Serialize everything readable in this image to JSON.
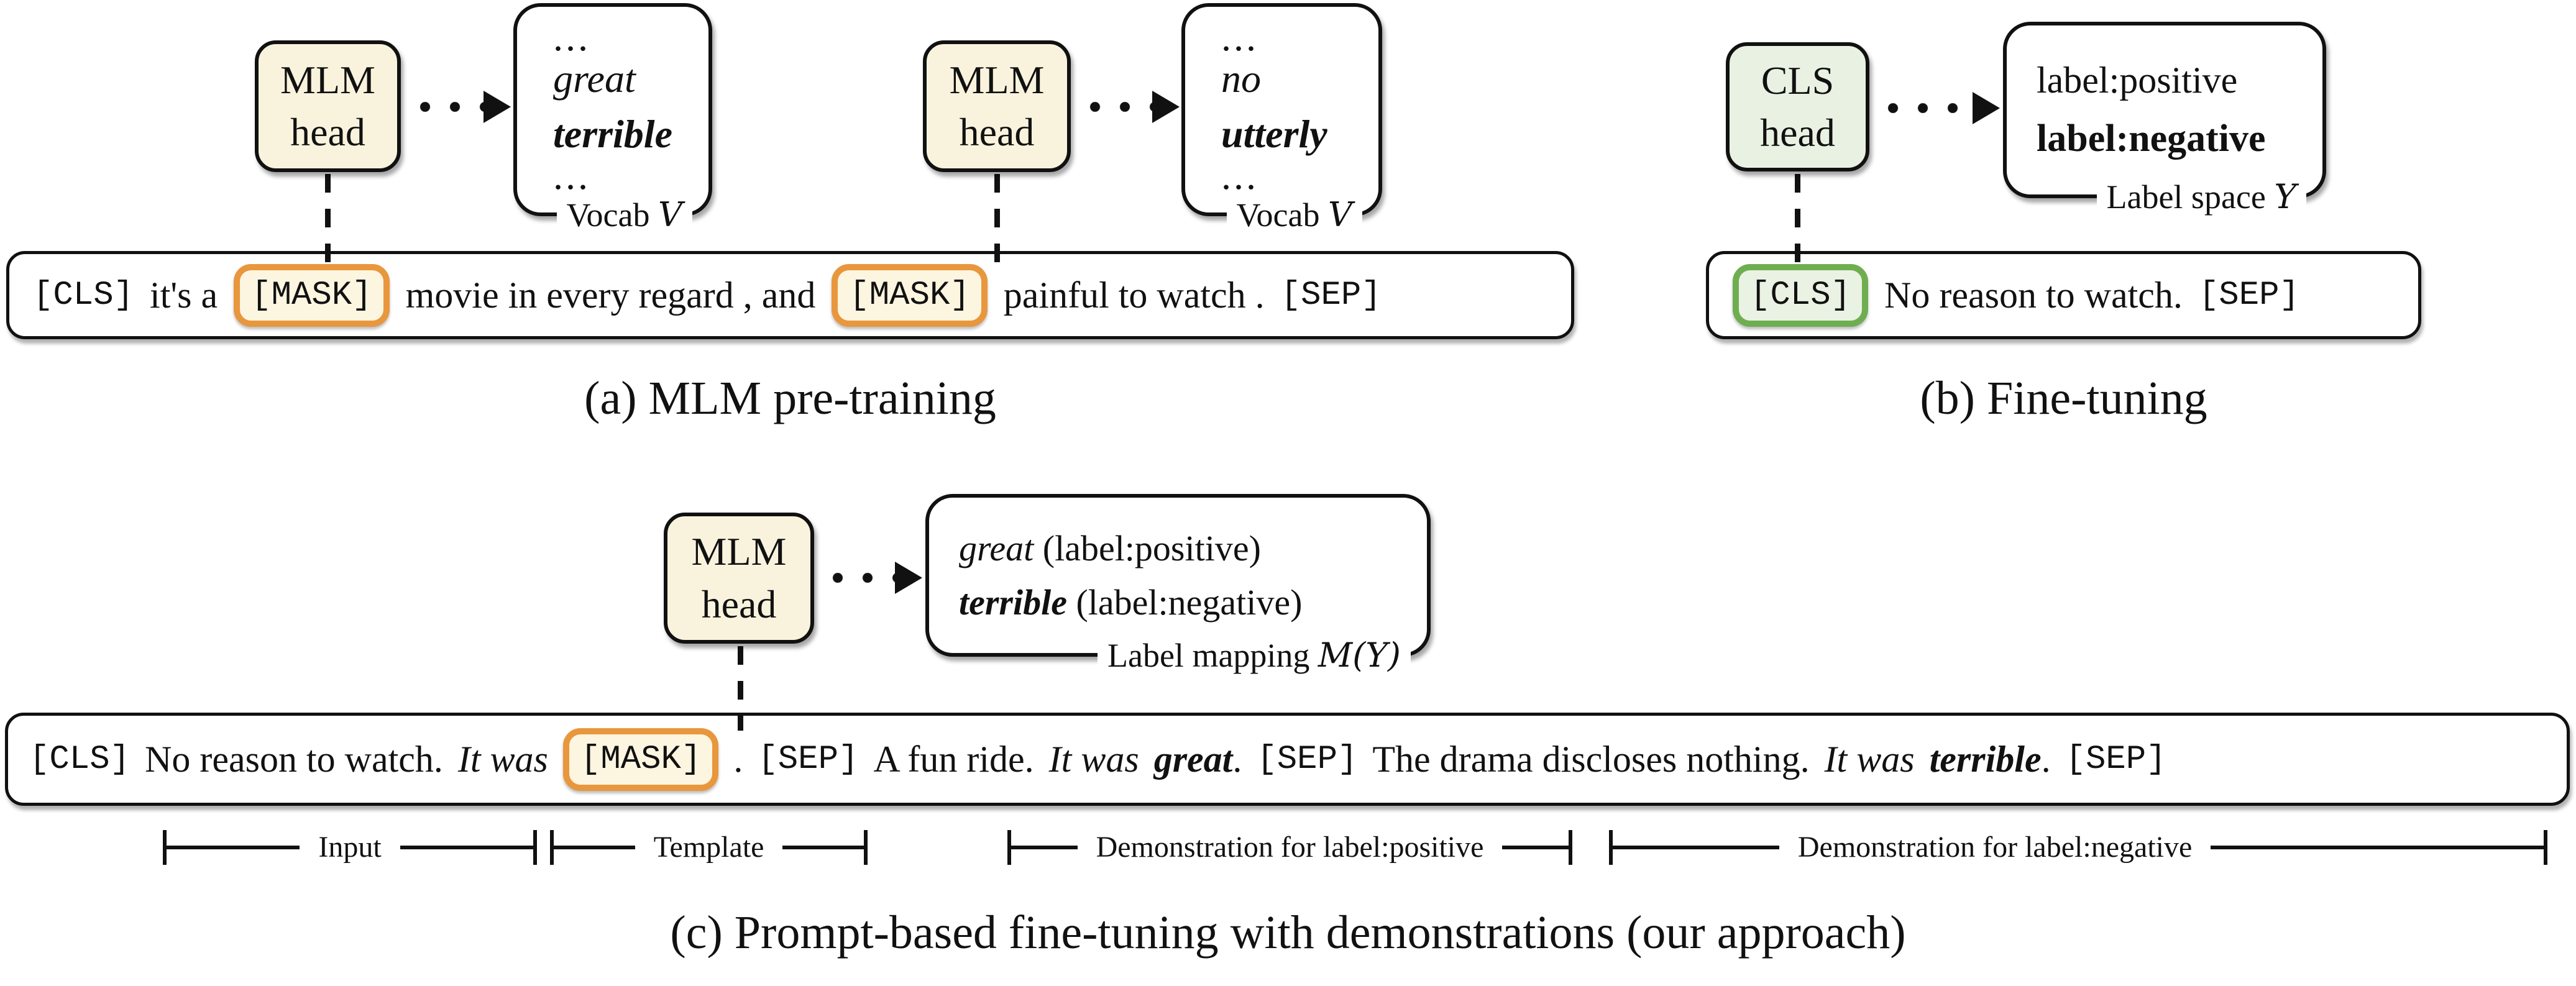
{
  "figure": {
    "colors": {
      "cream_fill": "#F9F3DD",
      "orange_border": "#E8973D",
      "green_border": "#6FAE50",
      "green_fill": "#EAF2E3",
      "line_black": "#111111"
    },
    "panel_a": {
      "caption": "(a) MLM pre-training",
      "head1": {
        "line1": "MLM",
        "line2": "head"
      },
      "head2": {
        "line1": "MLM",
        "line2": "head"
      },
      "vocab1": {
        "top_ellipsis": "...",
        "word_plain": "great",
        "word_bold": "terrible",
        "bottom_ellipsis": "...",
        "caption": "Vocab",
        "caption_symbol": "V"
      },
      "vocab2": {
        "top_ellipsis": "...",
        "word_plain": "no",
        "word_bold": "utterly",
        "bottom_ellipsis": "...",
        "caption": "Vocab",
        "caption_symbol": "V"
      },
      "sentence_tokens": [
        {
          "t": "[CLS]",
          "s": "mono"
        },
        {
          "t": "it's a",
          "s": "word"
        },
        {
          "t": "[MASK]",
          "s": "mask"
        },
        {
          "t": "movie in every regard , and",
          "s": "word"
        },
        {
          "t": "[MASK]",
          "s": "mask"
        },
        {
          "t": "painful to watch .",
          "s": "word"
        },
        {
          "t": "[SEP]",
          "s": "mono"
        }
      ]
    },
    "panel_b": {
      "caption": "(b) Fine-tuning",
      "head": {
        "line1": "CLS",
        "line2": "head"
      },
      "label_space": {
        "line_plain": "label:positive",
        "line_bold": "label:negative",
        "caption": "Label space",
        "caption_symbol": "Y"
      },
      "sentence_tokens": [
        {
          "t": "[CLS]",
          "s": "clsbox"
        },
        {
          "t": "No reason to watch.",
          "s": "word"
        },
        {
          "t": "[SEP]",
          "s": "mono"
        }
      ]
    },
    "panel_c": {
      "caption": "(c) Prompt-based fine-tuning with demonstrations (our approach)",
      "head": {
        "line1": "MLM",
        "line2": "head"
      },
      "label_mapping": {
        "row1_word": "great",
        "row1_map": "(label:positive)",
        "row2_word": "terrible",
        "row2_map": "(label:negative)",
        "caption": "Label mapping",
        "caption_symbol": "M(Y)"
      },
      "sentence_tokens": [
        {
          "t": "[CLS]",
          "s": "mono"
        },
        {
          "t": "No reason to watch.",
          "s": "word"
        },
        {
          "t": "It was",
          "s": "it"
        },
        {
          "t": "[MASK]",
          "s": "mask"
        },
        {
          "t": ".",
          "s": "word"
        },
        {
          "t": "[SEP]",
          "s": "mono"
        },
        {
          "t": "A fun ride.",
          "s": "word"
        },
        {
          "t": "It was",
          "s": "it"
        },
        {
          "t": "great",
          "s": "itbold",
          "suffix": "."
        },
        {
          "t": "[SEP]",
          "s": "mono"
        },
        {
          "t": "The drama discloses nothing.",
          "s": "word"
        },
        {
          "t": "It was",
          "s": "it"
        },
        {
          "t": "terrible",
          "s": "itbold",
          "suffix": "."
        },
        {
          "t": "[SEP]",
          "s": "mono"
        }
      ],
      "ruler": {
        "input": "Input",
        "template": "Template",
        "demo_positive": "Demonstration for label:positive",
        "demo_negative": "Demonstration for label:negative"
      }
    }
  }
}
